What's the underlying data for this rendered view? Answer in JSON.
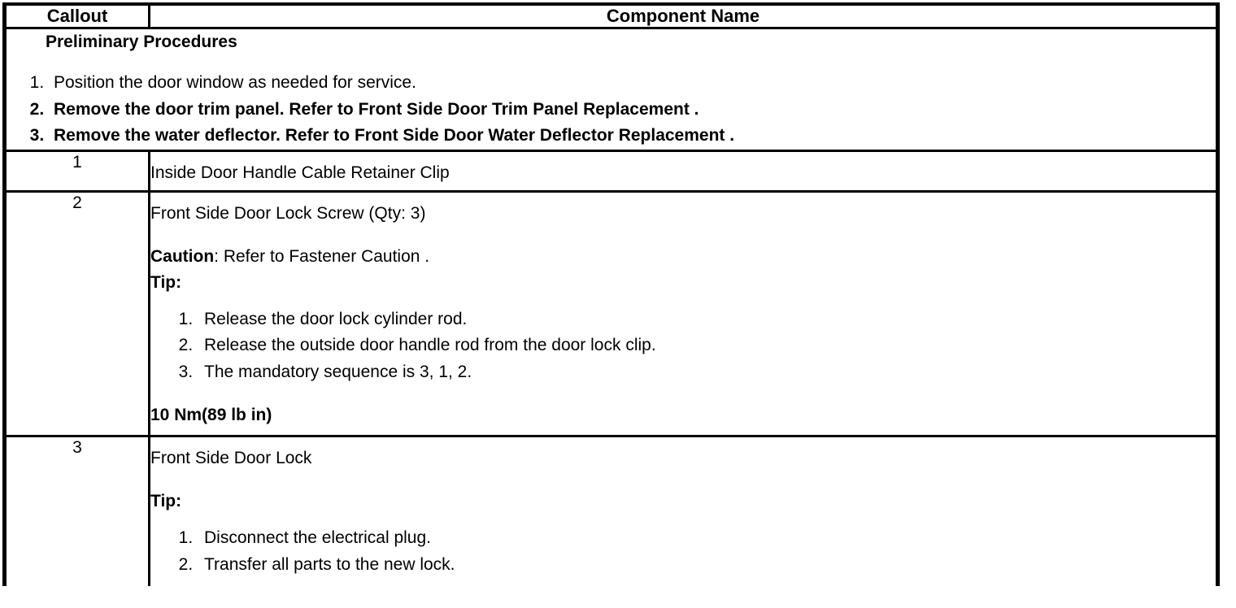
{
  "table": {
    "headers": {
      "callout": "Callout",
      "component_name": "Component Name"
    },
    "preliminary": {
      "title": "Preliminary Procedures",
      "steps": [
        {
          "text": "Position the door window as needed for service.",
          "bold": false
        },
        {
          "text": "Remove the door trim panel. Refer to Front Side Door Trim Panel Replacement .",
          "bold": true
        },
        {
          "text": "Remove the water deflector. Refer to Front Side Door Water Deflector Replacement .",
          "bold": true
        }
      ]
    },
    "rows": [
      {
        "callout": "1",
        "title": "Inside Door Handle Cable Retainer Clip"
      },
      {
        "callout": "2",
        "title": "Front Side Door Lock Screw (Qty: 3)",
        "caution_label": "Caution",
        "caution_text": ": Refer to Fastener Caution .",
        "tip_label": "Tip:",
        "tip_steps": [
          "Release the door lock cylinder rod.",
          "Release the outside door handle rod from the door lock clip.",
          "The mandatory sequence is 3, 1, 2."
        ],
        "torque": "10 Nm(89 lb in)"
      },
      {
        "callout": "3",
        "title": "Front Side Door Lock",
        "tip_label": "Tip:",
        "tip_steps": [
          "Disconnect the electrical plug.",
          "Transfer all parts to the new lock."
        ]
      }
    ]
  }
}
